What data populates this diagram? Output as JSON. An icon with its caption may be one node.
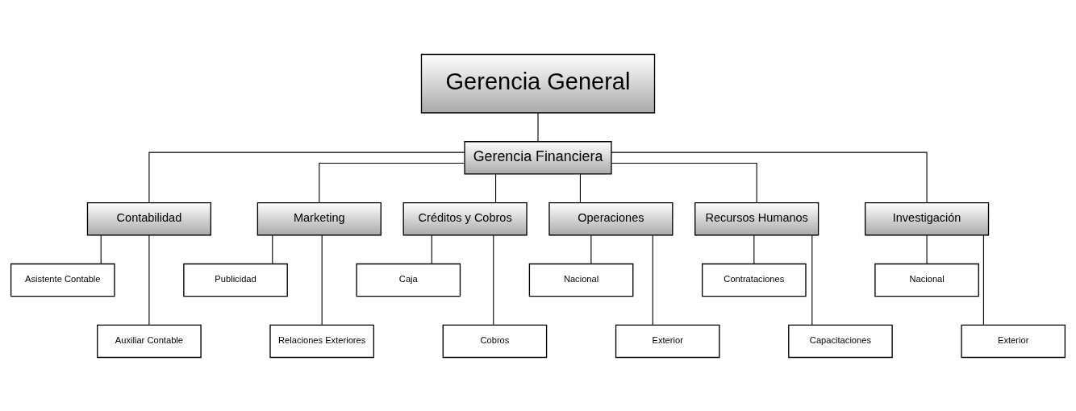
{
  "diagram": {
    "nodes": [
      {
        "text": [
          "Gerencia General"
        ]
      },
      {
        "text": [
          "Gerencia Financiera"
        ]
      },
      {
        "text": [
          "Contabilidad"
        ]
      },
      {
        "text": [
          "Marketing"
        ]
      },
      {
        "text": [
          "Créditos y Cobros"
        ]
      },
      {
        "text": [
          "Operaciones"
        ]
      },
      {
        "text": [
          "Recursos Humanos"
        ]
      },
      {
        "text": [
          "Investigación"
        ]
      },
      {
        "text": [
          "Asistente Contable"
        ]
      },
      {
        "text": [
          "Publicidad"
        ]
      },
      {
        "text": [
          "Caja"
        ]
      },
      {
        "text": [
          "Nacional"
        ]
      },
      {
        "text": [
          "Contrataciones"
        ]
      },
      {
        "text": [
          "Nacional"
        ]
      },
      {
        "text": [
          "Auxiliar Contable"
        ]
      },
      {
        "text": [
          "Relaciones Exteriores"
        ]
      },
      {
        "text": [
          "Cobros"
        ]
      },
      {
        "text": [
          "Exterior"
        ]
      },
      {
        "text": [
          "Capacitaciones"
        ]
      },
      {
        "text": [
          "Exterior"
        ]
      }
    ],
    "edges": [
      {
        "from": 0,
        "to": 1,
        "arrow": "none"
      },
      {
        "from": 1,
        "to": 2,
        "arrow": "none"
      },
      {
        "from": 1,
        "to": 3,
        "arrow": "none"
      },
      {
        "from": 1,
        "to": 4,
        "arrow": "none"
      },
      {
        "from": 1,
        "to": 5,
        "arrow": "none"
      },
      {
        "from": 1,
        "to": 6,
        "arrow": "none"
      },
      {
        "from": 1,
        "to": 7,
        "arrow": "none"
      },
      {
        "from": 2,
        "to": 8,
        "arrow": "none"
      },
      {
        "from": 2,
        "to": 14,
        "arrow": "none"
      },
      {
        "from": 3,
        "to": 9,
        "arrow": "none"
      },
      {
        "from": 3,
        "to": 15,
        "arrow": "none"
      },
      {
        "from": 4,
        "to": 10,
        "arrow": "none"
      },
      {
        "from": 4,
        "to": 16,
        "arrow": "none"
      },
      {
        "from": 5,
        "to": 11,
        "arrow": "none"
      },
      {
        "from": 5,
        "to": 17,
        "arrow": "none"
      },
      {
        "from": 6,
        "to": 12,
        "arrow": "none"
      },
      {
        "from": 6,
        "to": 18,
        "arrow": "none"
      },
      {
        "from": 7,
        "to": 13,
        "arrow": "none"
      },
      {
        "from": 7,
        "to": 19,
        "arrow": "none"
      }
    ]
  }
}
